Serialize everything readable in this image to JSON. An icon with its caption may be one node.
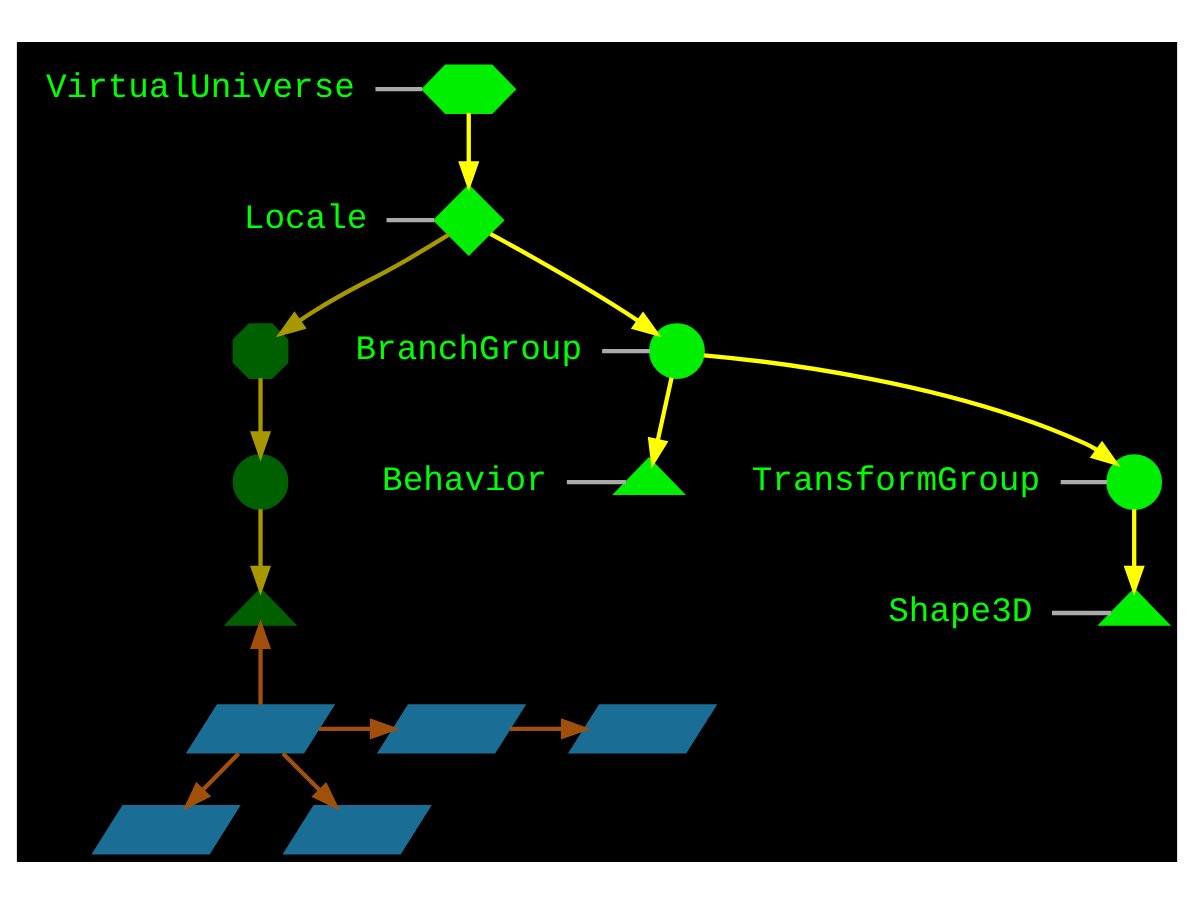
{
  "diagram": {
    "nodes": [
      {
        "text": [
          "VirtualUniverse"
        ]
      },
      {
        "text": [
          "Locale"
        ]
      },
      {
        "text": [
          "BranchGroup"
        ]
      },
      {
        "text": [
          "TransformGroup"
        ]
      },
      {
        "text": [
          "Behavior"
        ]
      },
      {
        "text": [
          "Shape3D"
        ]
      },
      {
        "text": [],
        "shape": "hexagon"
      },
      {
        "text": [],
        "shape": "diamond"
      },
      {
        "text": [],
        "shape": "circle"
      },
      {
        "text": [],
        "shape": "triangle"
      },
      {
        "text": [],
        "shape": "circle"
      },
      {
        "text": [],
        "shape": "triangle"
      },
      {
        "text": [],
        "shape": "octagon"
      },
      {
        "text": [],
        "shape": "circle"
      },
      {
        "text": [],
        "shape": "triangle"
      },
      {
        "text": [],
        "shape": "parallelogram"
      },
      {
        "text": [],
        "shape": "parallelogram"
      },
      {
        "text": [],
        "shape": "parallelogram"
      },
      {
        "text": [],
        "shape": "parallelogram"
      },
      {
        "text": [],
        "shape": "parallelogram"
      }
    ],
    "edges": [
      {
        "from": 0,
        "to": 6,
        "arrow": "none"
      },
      {
        "from": 1,
        "to": 7,
        "arrow": "none"
      },
      {
        "from": 2,
        "to": 8,
        "arrow": "none"
      },
      {
        "from": 3,
        "to": 10,
        "arrow": "none"
      },
      {
        "from": 4,
        "to": 9,
        "arrow": "none"
      },
      {
        "from": 5,
        "to": 11,
        "arrow": "none"
      },
      {
        "from": 6,
        "to": 7,
        "arrow": "to",
        "color": "#ffff00"
      },
      {
        "from": 7,
        "to": 8,
        "arrow": "to",
        "color": "#ffff00"
      },
      {
        "from": 7,
        "to": 12,
        "arrow": "to",
        "color": "#a89800"
      },
      {
        "from": 8,
        "to": 9,
        "arrow": "to",
        "color": "#ffff00"
      },
      {
        "from": 8,
        "to": 10,
        "arrow": "to",
        "color": "#ffff00"
      },
      {
        "from": 10,
        "to": 11,
        "arrow": "to",
        "color": "#ffff00"
      },
      {
        "from": 12,
        "to": 13,
        "arrow": "to",
        "color": "#a89800"
      },
      {
        "from": 13,
        "to": 14,
        "arrow": "to",
        "color": "#a89800"
      },
      {
        "from": 15,
        "to": 14,
        "arrow": "to",
        "color": "#a0500a"
      },
      {
        "from": 15,
        "to": 16,
        "arrow": "to",
        "color": "#a0500a"
      },
      {
        "from": 16,
        "to": 17,
        "arrow": "to",
        "color": "#a0500a"
      },
      {
        "from": 15,
        "to": 18,
        "arrow": "to",
        "color": "#a0500a"
      },
      {
        "from": 15,
        "to": 19,
        "arrow": "to",
        "color": "#a0500a"
      }
    ]
  }
}
